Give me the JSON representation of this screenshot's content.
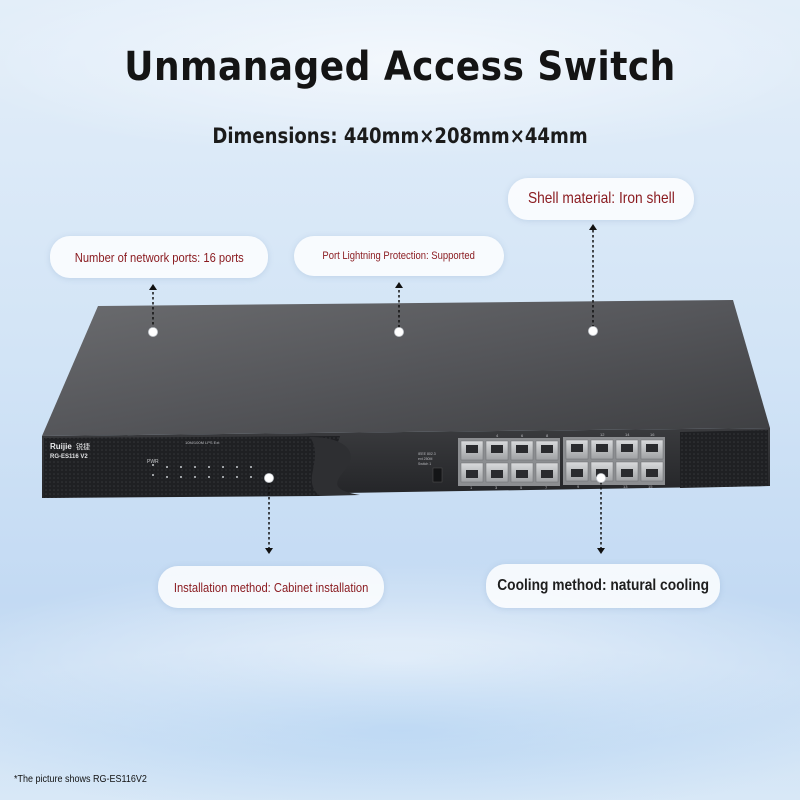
{
  "title": "Unmanaged Access Switch",
  "dimensions": "Dimensions: 440mm×208mm×44mm",
  "callouts": {
    "shell": "Shell material: Iron shell",
    "ports": "Number of network ports: 16 ports",
    "lightning": "Port Lightning Protection: Supported",
    "installation": "Installation method: Cabinet installation",
    "cooling": "Cooling method: natural cooling"
  },
  "device": {
    "brand": "Ruijie",
    "brand_secondary": "锐捷",
    "model": "RG-ES116 V2",
    "pwr_label": "PWR",
    "speed_legend": "10M/100M   LPS   Ext",
    "port_numbers_top": [
      "2",
      "4",
      "6",
      "8",
      "10",
      "12",
      "14",
      "16"
    ],
    "port_numbers_bottom": [
      "1",
      "3",
      "5",
      "7",
      "9",
      "11",
      "13",
      "15"
    ],
    "switch_labels": [
      "IEEE 802.3",
      "ext 250M",
      "Switch 1"
    ]
  },
  "footnote": "*The picture shows RG-ES116V2",
  "colors": {
    "callout_red": "#8a1a1f",
    "callout_dark": "#1e1e1e",
    "device_body": "#4a4b4d",
    "device_front": "#2b2c2e"
  }
}
